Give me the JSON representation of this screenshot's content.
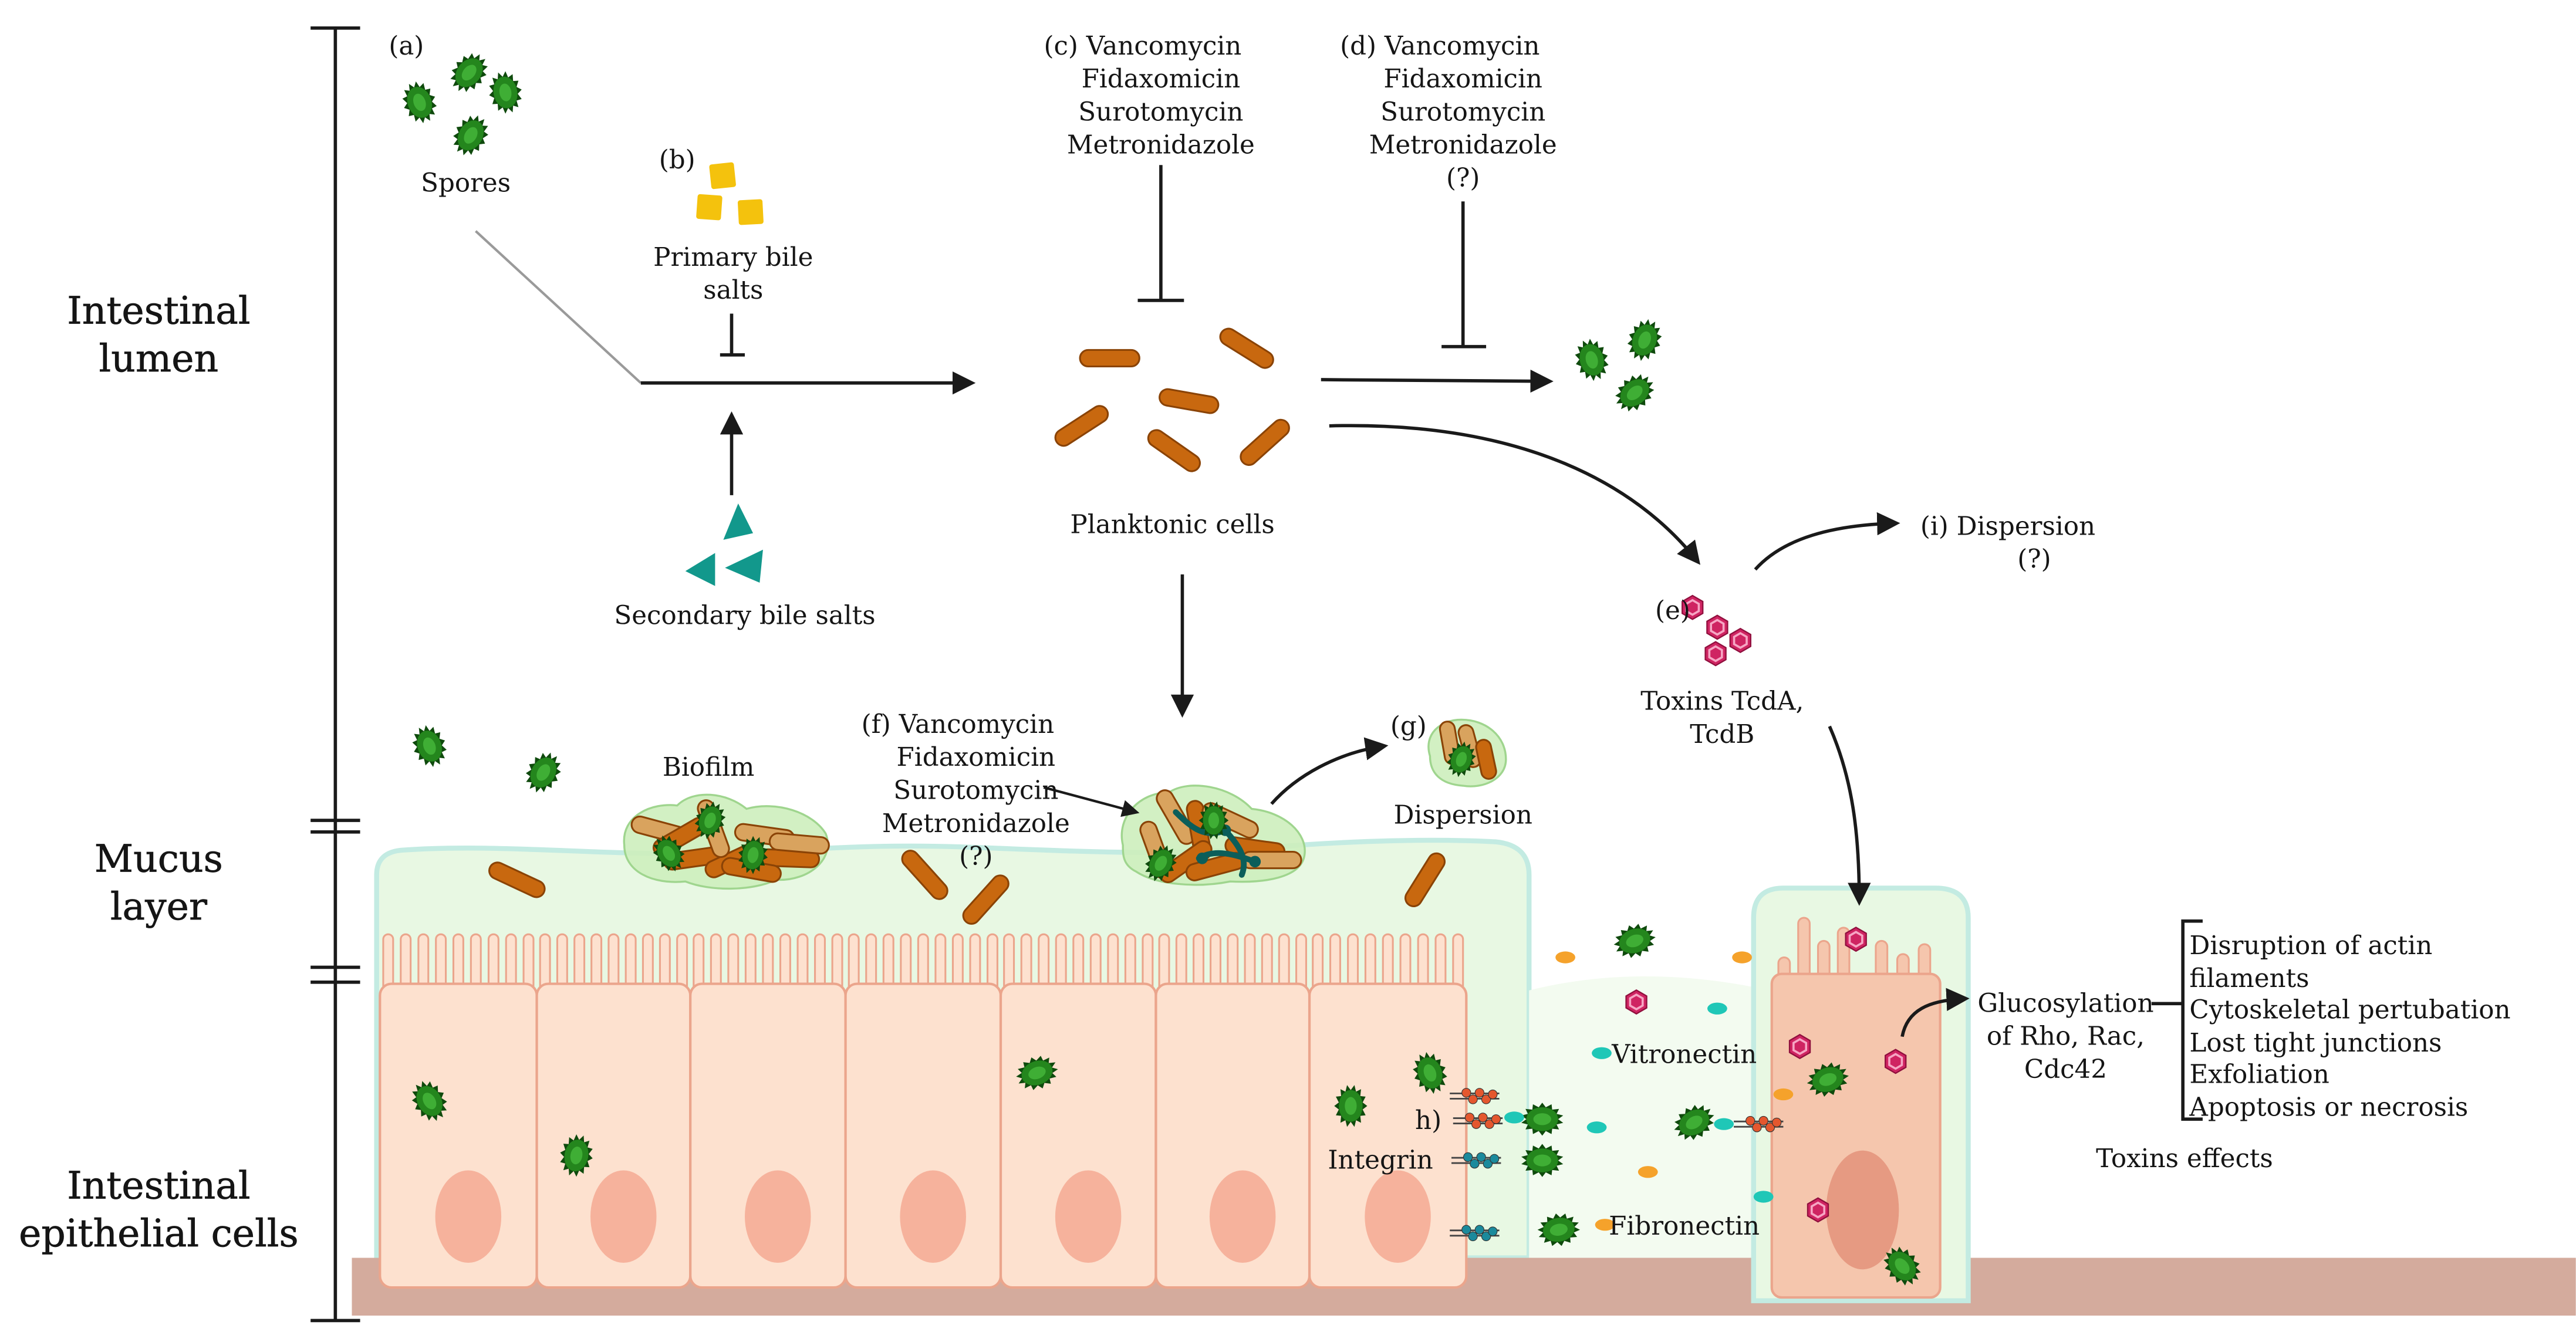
{
  "layers": {
    "lumen": [
      "Intestinal",
      "lumen"
    ],
    "mucus": [
      "Mucus",
      "layer"
    ],
    "epithelium": [
      "Intestinal",
      "epithelial cells"
    ]
  },
  "labels": {
    "a": "(a)",
    "spores": "Spores",
    "b": "(b)",
    "primary_bile_salts": [
      "Primary bile",
      "salts"
    ],
    "secondary_bile_salts": "Secondary bile salts",
    "c": [
      "(c) Vancomycin",
      "Fidaxomicin",
      "Surotomycin",
      "Metronidazole"
    ],
    "d": [
      "(d) Vancomycin",
      "Fidaxomicin",
      "Surotomycin",
      "Metronidazole",
      "(?)"
    ],
    "planktonic_cells": "Planktonic cells",
    "i": [
      "(i) Dispersion",
      "(?)"
    ],
    "e": "(e)",
    "toxins": [
      "Toxins TcdA,",
      "TcdB"
    ],
    "f": [
      "(f) Vancomycin",
      "Fidaxomicin",
      "Surotomycin",
      "Metronidazole",
      "(?)"
    ],
    "g": "(g)",
    "dispersion": "Dispersion",
    "biofilm": "Biofilm",
    "vitronectin": "Vitronectin",
    "h": "h)",
    "integrin": "Integrin",
    "fibronectin": "Fibronectin",
    "glucosylation": [
      "Glucosylation",
      "of Rho, Rac,",
      "Cdc42"
    ],
    "toxin_effects": [
      "Disruption of actin",
      "filaments",
      "Cytoskeletal pertubation",
      "Lost tight junctions",
      "Exfoliation",
      "Apoptosis or necrosis"
    ],
    "toxin_effects_title": "Toxins effects"
  },
  "colors": {
    "spore": "#24861d",
    "spore_dark": "#0f4a0d",
    "spore_core": "#3fae35",
    "rod": "#c8680f",
    "rod_light": "#d9a35e",
    "rod_outline": "#8a4306",
    "toxin": "#cf2462",
    "toxin_dark": "#8f0f3d",
    "toxin_light": "#f6a6c4",
    "primary_bile_salt": "#f4c20d",
    "secondary_bile_salt": "#12988c",
    "mucus": "#e8f8e3",
    "mucus_gap": "#f3fbf0",
    "epithelial_cell": "#fde1cf",
    "cell_edge": "#eba58c",
    "nucleus": "#f6b29c",
    "affected_cell": "#f5c6ad",
    "affected_nucleus": "#e69a82",
    "basement": "#d4ab9d",
    "biofilm_matrix": "#cdeebd",
    "vitronectin": "#1fc7b7",
    "fibronectin": "#f5a22b",
    "integrin_a": "#e4572e",
    "integrin_b": "#1b8a9c",
    "eps": "#0b5e5a"
  }
}
